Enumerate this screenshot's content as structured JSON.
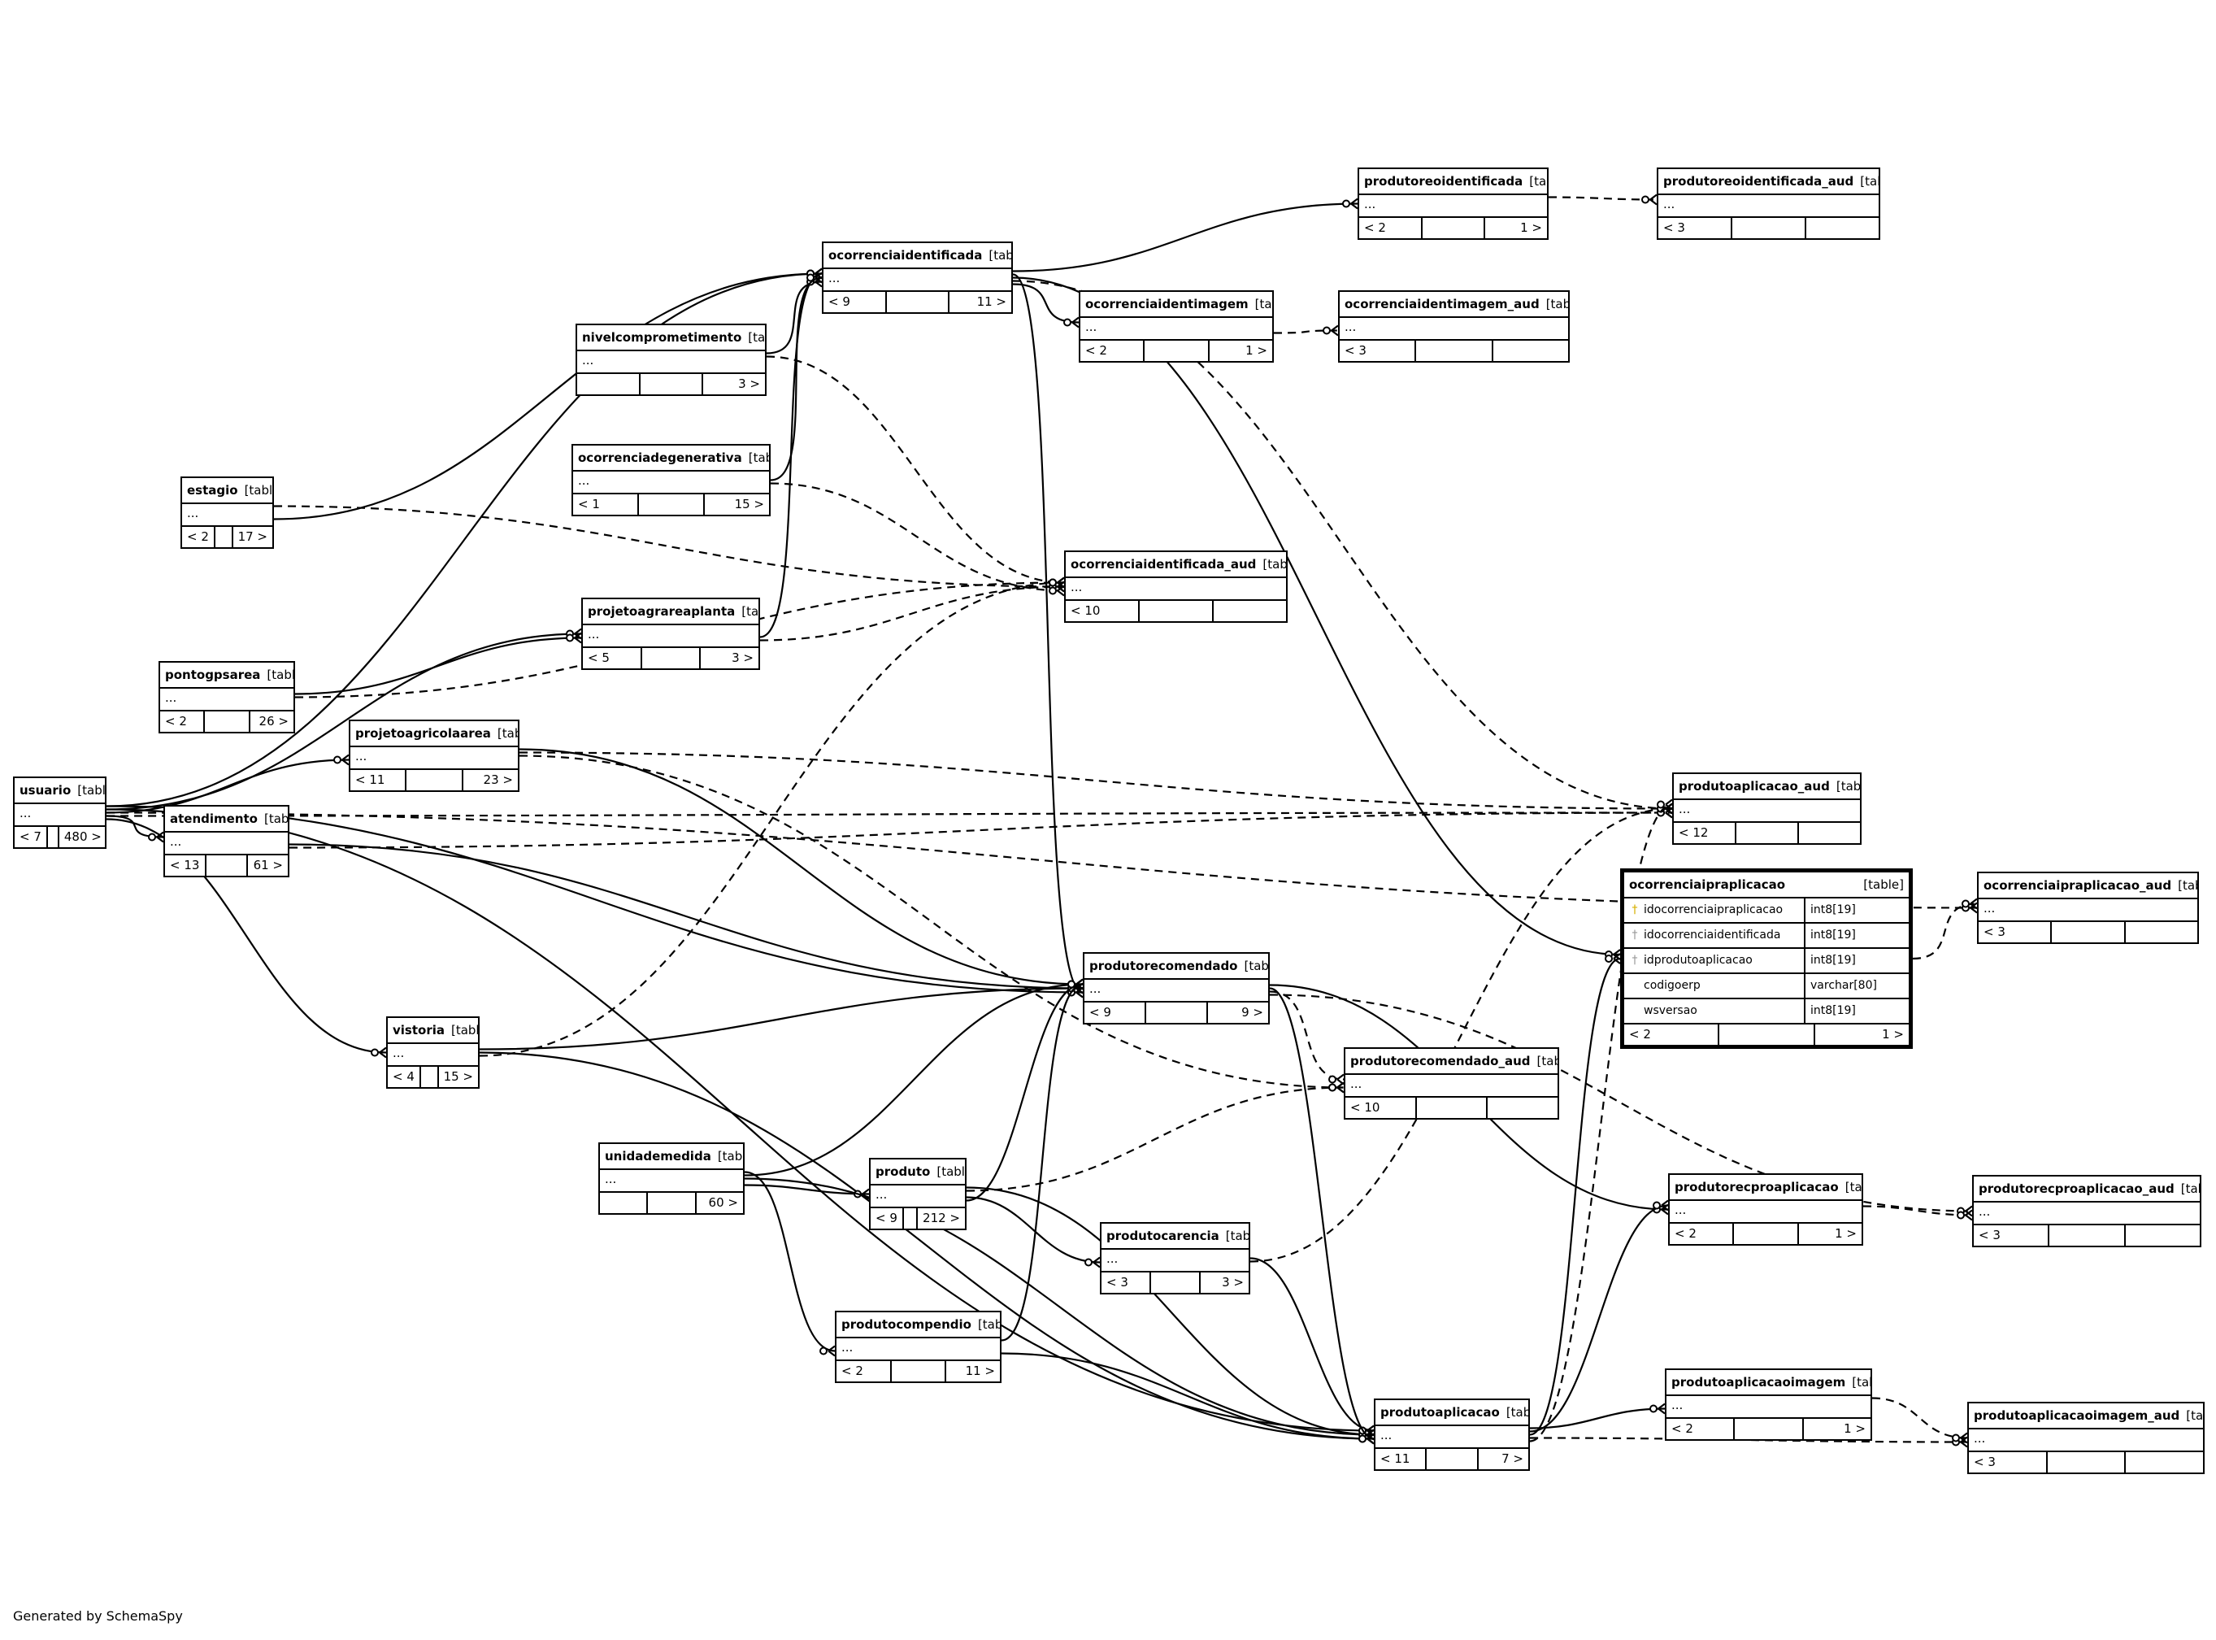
{
  "table_type_label": "[table]",
  "ellipsis": "...",
  "footer": "Generated by SchemaSpy",
  "tables": {
    "usuario": {
      "name": "usuario",
      "parents": "< 7",
      "children": "480 >"
    },
    "estagio": {
      "name": "estagio",
      "parents": "< 2",
      "children": "17 >"
    },
    "pontogpsarea": {
      "name": "pontogpsarea",
      "parents": "< 2",
      "children": "26 >"
    },
    "atendimento": {
      "name": "atendimento",
      "parents": "< 13",
      "children": "61 >"
    },
    "projetoagricolaarea": {
      "name": "projetoagricolaarea",
      "parents": "< 11",
      "children": "23 >"
    },
    "projetoagrareaplanta": {
      "name": "projetoagrareaplanta",
      "parents": "< 5",
      "children": "3 >"
    },
    "nivelcomprometimento": {
      "name": "nivelcomprometimento",
      "parents": "",
      "children": "3 >"
    },
    "ocorrenciadegenerativa": {
      "name": "ocorrenciadegenerativa",
      "parents": "< 1",
      "children": "15 >"
    },
    "ocorrenciaidentificada": {
      "name": "ocorrenciaidentificada",
      "parents": "< 9",
      "children": "11 >"
    },
    "ocorrenciaidentimagem": {
      "name": "ocorrenciaidentimagem",
      "parents": "< 2",
      "children": "1 >"
    },
    "ocorrenciaidentimagem_aud": {
      "name": "ocorrenciaidentimagem_aud",
      "parents": "< 3",
      "children": ""
    },
    "produtoreoidentificada": {
      "name": "produtoreoidentificada",
      "parents": "< 2",
      "children": "1 >"
    },
    "produtoreoidentificada_aud": {
      "name": "produtoreoidentificada_aud",
      "parents": "< 3",
      "children": ""
    },
    "ocorrenciaidentificada_aud": {
      "name": "ocorrenciaidentificada_aud",
      "parents": "< 10",
      "children": ""
    },
    "vistoria": {
      "name": "vistoria",
      "parents": "< 4",
      "children": "15 >"
    },
    "unidademedida": {
      "name": "unidademedida",
      "parents": "",
      "children": "60 >"
    },
    "produto": {
      "name": "produto",
      "parents": "< 9",
      "children": "212 >"
    },
    "produtocarencia": {
      "name": "produtocarencia",
      "parents": "< 3",
      "children": "3 >"
    },
    "produtocompendio": {
      "name": "produtocompendio",
      "parents": "< 2",
      "children": "11 >"
    },
    "produtorecomendado": {
      "name": "produtorecomendado",
      "parents": "< 9",
      "children": "9 >"
    },
    "produtorecomendado_aud": {
      "name": "produtorecomendado_aud",
      "parents": "< 10",
      "children": ""
    },
    "produtoaplicacao": {
      "name": "produtoaplicacao",
      "parents": "< 11",
      "children": "7 >"
    },
    "produtoaplicacao_aud": {
      "name": "produtoaplicacao_aud",
      "parents": "< 12",
      "children": ""
    },
    "produtoaplicacaoimagem": {
      "name": "produtoaplicacaoimagem",
      "parents": "< 2",
      "children": "1 >"
    },
    "produtoaplicacaoimagem_aud": {
      "name": "produtoaplicacaoimagem_aud",
      "parents": "< 3",
      "children": ""
    },
    "produtorecproaplicacao": {
      "name": "produtorecproaplicacao",
      "parents": "< 2",
      "children": "1 >"
    },
    "produtorecproaplicacao_aud": {
      "name": "produtorecproaplicacao_aud",
      "parents": "< 3",
      "children": ""
    },
    "ocorrenciaipraplicacao_aud": {
      "name": "ocorrenciaipraplicacao_aud",
      "parents": "< 3",
      "children": ""
    },
    "ocorrenciaipraplicacao": {
      "name": "ocorrenciaipraplicacao",
      "parents": "< 2",
      "children": "1 >",
      "columns": [
        {
          "name": "idocorrenciaipraplicacao",
          "type": "int8[19]",
          "key": "primary-key"
        },
        {
          "name": "idocorrenciaidentificada",
          "type": "int8[19]",
          "key": "foreign-key"
        },
        {
          "name": "idprodutoaplicacao",
          "type": "int8[19]",
          "key": "foreign-key"
        },
        {
          "name": "codigoerp",
          "type": "varchar[80]",
          "key": ""
        },
        {
          "name": "wsversao",
          "type": "int8[19]",
          "key": ""
        }
      ]
    }
  },
  "relationships": [
    {
      "from": "usuario",
      "to": "ocorrenciaidentificada",
      "optional": false
    },
    {
      "from": "usuario",
      "to": "projetoagrareaplanta",
      "optional": false
    },
    {
      "from": "usuario",
      "to": "projetoagricolaarea",
      "optional": false
    },
    {
      "from": "usuario",
      "to": "atendimento",
      "optional": false
    },
    {
      "from": "usuario",
      "to": "vistoria",
      "optional": false
    },
    {
      "from": "usuario",
      "to": "produtorecomendado",
      "optional": false
    },
    {
      "from": "usuario",
      "to": "produtoaplicacao",
      "optional": false
    },
    {
      "from": "usuario",
      "to": "ocorrenciaipraplicacao_aud",
      "optional": true
    },
    {
      "from": "usuario",
      "to": "produtoaplicacao_aud",
      "optional": true
    },
    {
      "from": "estagio",
      "to": "ocorrenciaidentificada",
      "optional": false
    },
    {
      "from": "estagio",
      "to": "ocorrenciaidentificada_aud",
      "optional": true
    },
    {
      "from": "pontogpsarea",
      "to": "projetoagrareaplanta",
      "optional": false
    },
    {
      "from": "pontogpsarea",
      "to": "ocorrenciaidentificada_aud",
      "optional": true
    },
    {
      "from": "atendimento",
      "to": "produtorecomendado",
      "optional": false
    },
    {
      "from": "atendimento",
      "to": "produtoaplicacao_aud",
      "optional": true
    },
    {
      "from": "projetoagricolaarea",
      "to": "produtorecomendado",
      "optional": false
    },
    {
      "from": "projetoagricolaarea",
      "to": "produtoaplicacao_aud",
      "optional": true
    },
    {
      "from": "projetoagricolaarea",
      "to": "produtorecomendado_aud",
      "optional": true
    },
    {
      "from": "projetoagrareaplanta",
      "to": "ocorrenciaidentificada",
      "optional": false
    },
    {
      "from": "projetoagrareaplanta",
      "to": "ocorrenciaidentificada_aud",
      "optional": true
    },
    {
      "from": "nivelcomprometimento",
      "to": "ocorrenciaidentificada",
      "optional": false
    },
    {
      "from": "nivelcomprometimento",
      "to": "ocorrenciaidentificada_aud",
      "optional": true
    },
    {
      "from": "ocorrenciadegenerativa",
      "to": "ocorrenciaidentificada",
      "optional": false
    },
    {
      "from": "ocorrenciadegenerativa",
      "to": "ocorrenciaidentificada_aud",
      "optional": true
    },
    {
      "from": "ocorrenciaidentificada",
      "to": "ocorrenciaidentimagem",
      "optional": false
    },
    {
      "from": "ocorrenciaidentificada",
      "to": "produtoreoidentificada",
      "optional": false
    },
    {
      "from": "ocorrenciaidentificada",
      "to": "produtorecomendado",
      "optional": false
    },
    {
      "from": "ocorrenciaidentificada",
      "to": "ocorrenciaipraplicacao",
      "optional": false
    },
    {
      "from": "ocorrenciaidentificada",
      "to": "produtoaplicacao_aud",
      "optional": true
    },
    {
      "from": "ocorrenciaidentimagem",
      "to": "ocorrenciaidentimagem_aud",
      "optional": true
    },
    {
      "from": "produtoreoidentificada",
      "to": "produtoreoidentificada_aud",
      "optional": true
    },
    {
      "from": "vistoria",
      "to": "produtorecomendado",
      "optional": false
    },
    {
      "from": "vistoria",
      "to": "produtoaplicacao",
      "optional": false
    },
    {
      "from": "vistoria",
      "to": "ocorrenciaidentificada_aud",
      "optional": true
    },
    {
      "from": "unidademedida",
      "to": "produto",
      "optional": false
    },
    {
      "from": "unidademedida",
      "to": "produtocompendio",
      "optional": false
    },
    {
      "from": "unidademedida",
      "to": "produtorecomendado",
      "optional": false
    },
    {
      "from": "unidademedida",
      "to": "produtoaplicacao",
      "optional": false
    },
    {
      "from": "produto",
      "to": "produtocarencia",
      "optional": false
    },
    {
      "from": "produto",
      "to": "produtorecomendado",
      "optional": false
    },
    {
      "from": "produto",
      "to": "produtoaplicacao",
      "optional": false
    },
    {
      "from": "produto",
      "to": "produtorecomendado_aud",
      "optional": true
    },
    {
      "from": "produtocarencia",
      "to": "produtoaplicacao",
      "optional": false
    },
    {
      "from": "produtocarencia",
      "to": "produtoaplicacao_aud",
      "optional": true
    },
    {
      "from": "produtocompendio",
      "to": "produtoaplicacao",
      "optional": false
    },
    {
      "from": "produtocompendio",
      "to": "produtorecomendado",
      "optional": false
    },
    {
      "from": "produtorecomendado",
      "to": "produtorecproaplicacao",
      "optional": false
    },
    {
      "from": "produtorecomendado",
      "to": "produtoaplicacao",
      "optional": false
    },
    {
      "from": "produtorecomendado",
      "to": "produtorecomendado_aud",
      "optional": true
    },
    {
      "from": "produtorecomendado",
      "to": "produtorecproaplicacao_aud",
      "optional": true
    },
    {
      "from": "produtoaplicacao",
      "to": "produtoaplicacaoimagem",
      "optional": false
    },
    {
      "from": "produtoaplicacao",
      "to": "produtorecproaplicacao",
      "optional": false
    },
    {
      "from": "produtoaplicacao",
      "to": "ocorrenciaipraplicacao",
      "optional": false
    },
    {
      "from": "produtoaplicacao",
      "to": "produtoaplicacaoimagem_aud",
      "optional": true
    },
    {
      "from": "produtoaplicacao",
      "to": "produtoaplicacao_aud",
      "optional": true
    },
    {
      "from": "produtoaplicacaoimagem",
      "to": "produtoaplicacaoimagem_aud",
      "optional": true
    },
    {
      "from": "produtorecproaplicacao",
      "to": "produtorecproaplicacao_aud",
      "optional": true
    },
    {
      "from": "ocorrenciaipraplicacao",
      "to": "ocorrenciaipraplicacao_aud",
      "optional": true
    }
  ]
}
